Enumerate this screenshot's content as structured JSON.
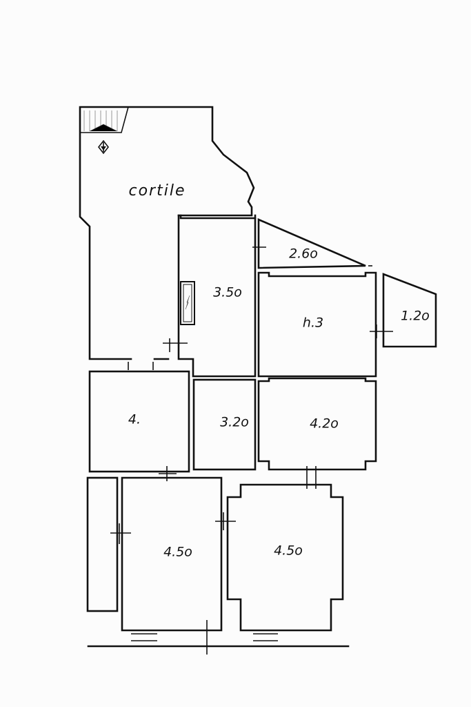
{
  "plan": {
    "courtyard_label": "cortile",
    "rooms": [
      {
        "id": "r350",
        "label": "3.5o"
      },
      {
        "id": "r260",
        "label": "2.6o"
      },
      {
        "id": "r3",
        "label": "h.3"
      },
      {
        "id": "r120",
        "label": "1.2o"
      },
      {
        "id": "r4",
        "label": "4."
      },
      {
        "id": "r320",
        "label": "3.2o"
      },
      {
        "id": "r420",
        "label": "4.2o"
      },
      {
        "id": "r450a",
        "label": "4.5o"
      },
      {
        "id": "r450b",
        "label": "4.5o"
      }
    ],
    "symbols": {
      "stair": "stair-icon",
      "north": "north-marker-icon",
      "chimney": "chimney-icon"
    }
  }
}
